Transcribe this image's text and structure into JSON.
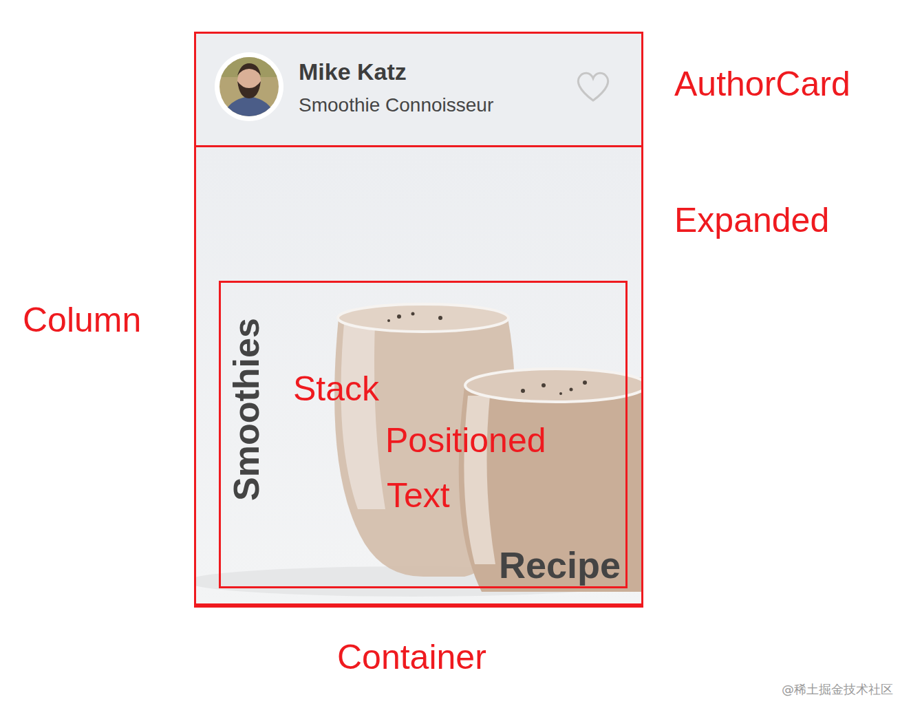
{
  "diagram": {
    "nodes": [
      {
        "text": [
          "Column",
          "Container"
        ]
      },
      {
        "text": [
          "Mike Katz",
          "Smoothie Connoisseur",
          "AuthorCard"
        ],
        "in": 0
      },
      {
        "text": [
          "Expanded"
        ],
        "in": 0
      },
      {
        "text": [
          "Smoothies",
          "Stack",
          "Positioned",
          "Text",
          "Recipe"
        ],
        "in": 2
      }
    ],
    "labels": [
      "@稀土掘金技术社区"
    ]
  }
}
